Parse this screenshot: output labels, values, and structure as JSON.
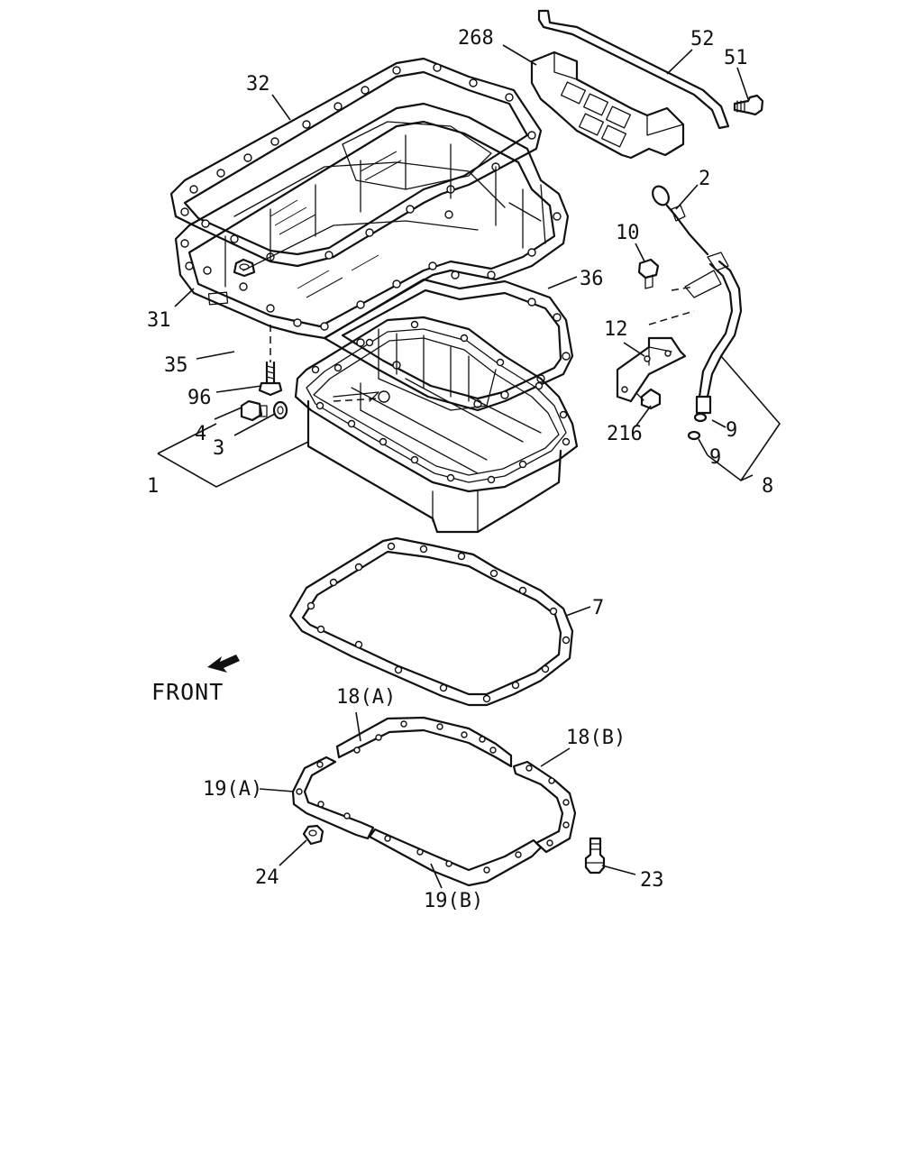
{
  "diagram": {
    "front_label": "FRONT",
    "callouts": [
      {
        "id": "1",
        "text": "1"
      },
      {
        "id": "2",
        "text": "2"
      },
      {
        "id": "3",
        "text": "3"
      },
      {
        "id": "4",
        "text": "4"
      },
      {
        "id": "7",
        "text": "7"
      },
      {
        "id": "8",
        "text": "8"
      },
      {
        "id": "9a",
        "text": "9"
      },
      {
        "id": "9b",
        "text": "9"
      },
      {
        "id": "10",
        "text": "10"
      },
      {
        "id": "12",
        "text": "12"
      },
      {
        "id": "18a",
        "text": "18(A)"
      },
      {
        "id": "18b",
        "text": "18(B)"
      },
      {
        "id": "19a",
        "text": "19(A)"
      },
      {
        "id": "19b",
        "text": "19(B)"
      },
      {
        "id": "23",
        "text": "23"
      },
      {
        "id": "24",
        "text": "24"
      },
      {
        "id": "31",
        "text": "31"
      },
      {
        "id": "32",
        "text": "32"
      },
      {
        "id": "35",
        "text": "35"
      },
      {
        "id": "36",
        "text": "36"
      },
      {
        "id": "51",
        "text": "51"
      },
      {
        "id": "52",
        "text": "52"
      },
      {
        "id": "96",
        "text": "96"
      },
      {
        "id": "216",
        "text": "216"
      },
      {
        "id": "268",
        "text": "268"
      }
    ]
  }
}
